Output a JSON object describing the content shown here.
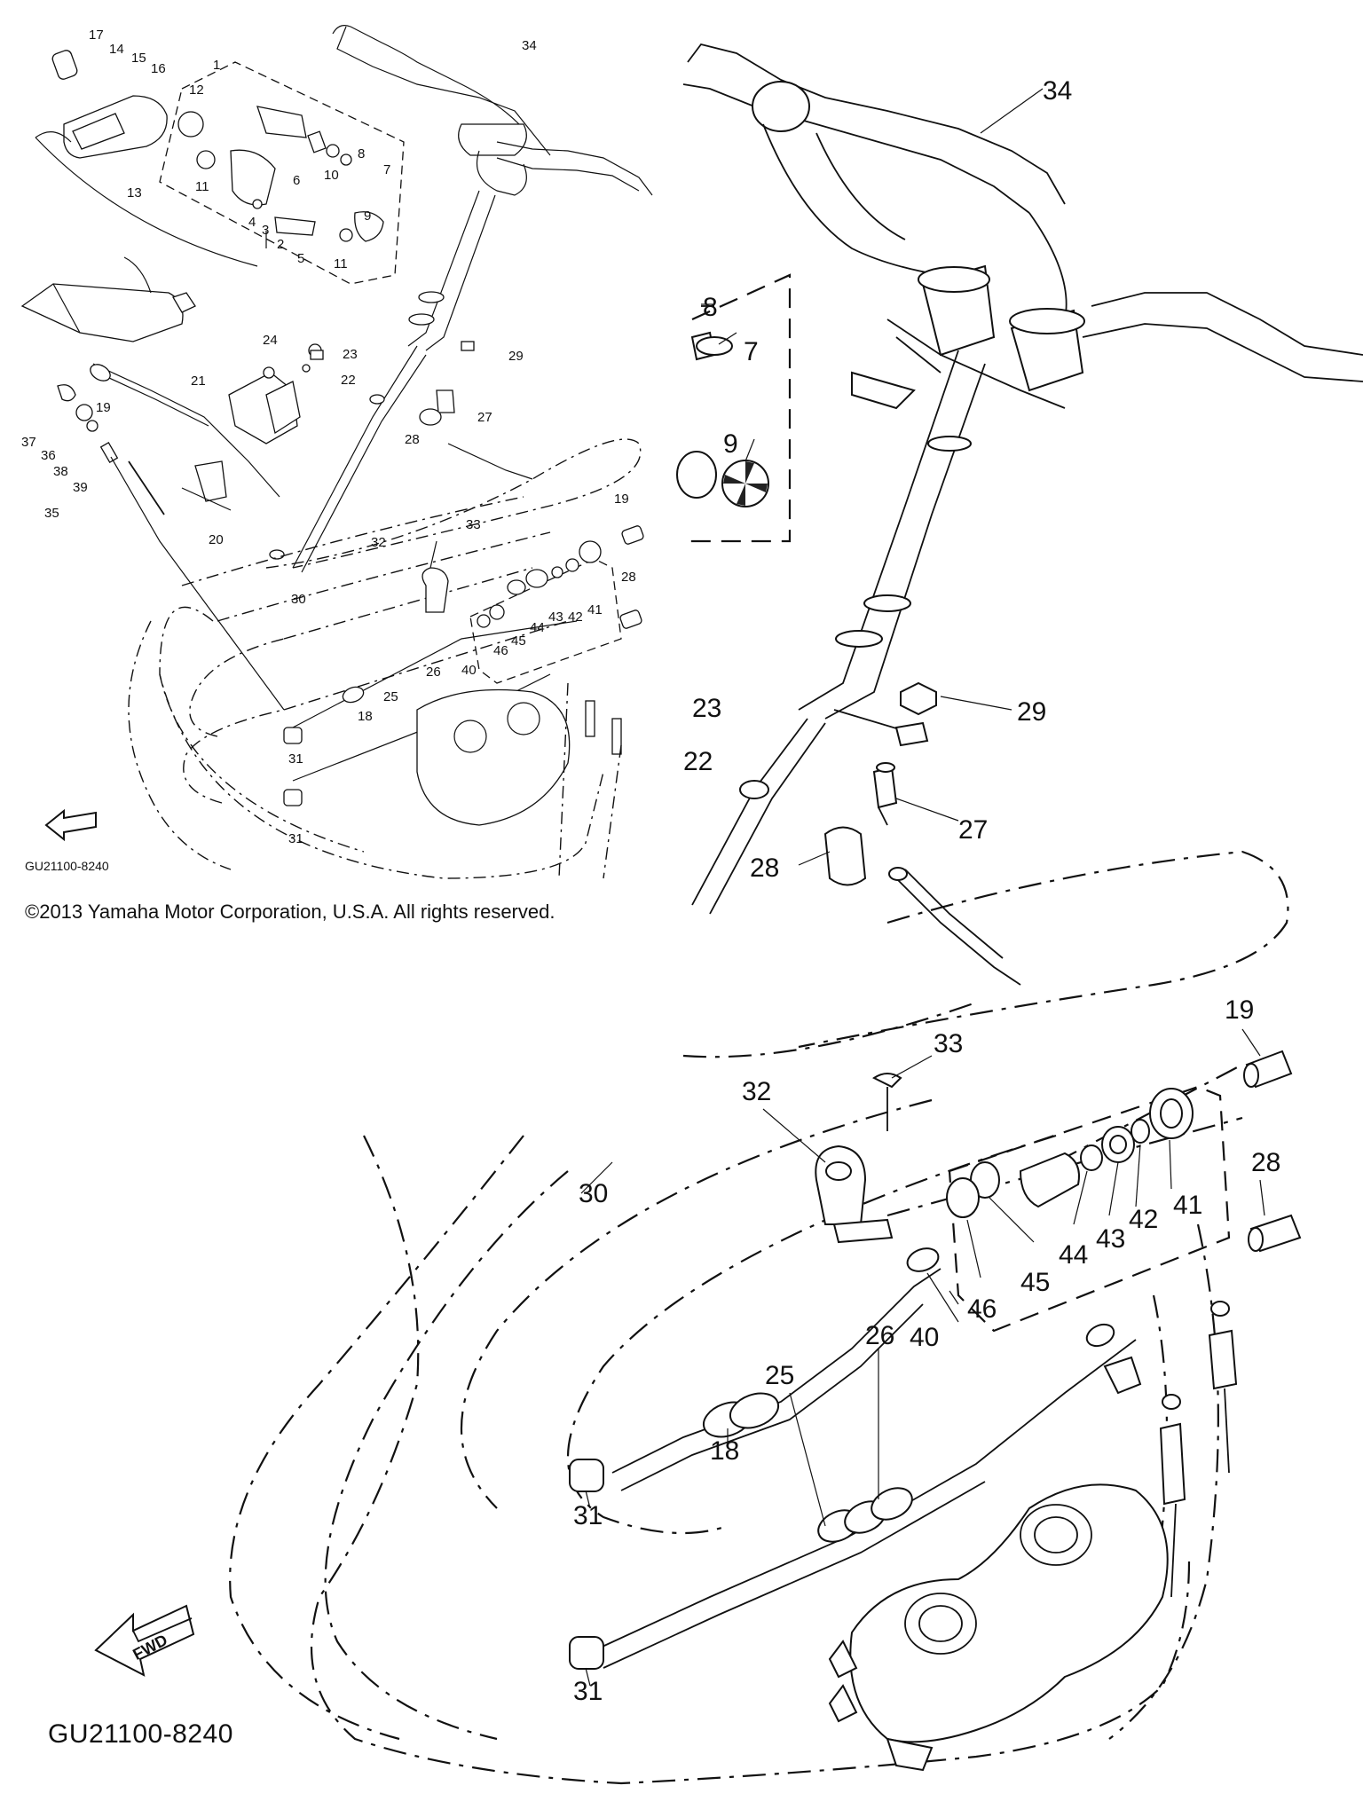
{
  "copyright": "©2013 Yamaha Motor Corporation, U.S.A. All rights reserved.",
  "diagram_code": "GU21100-8240",
  "fwd_label": "FWD",
  "overview_callouts": [
    "1",
    "2",
    "3",
    "4",
    "5",
    "6",
    "7",
    "8",
    "9",
    "10",
    "11",
    "11",
    "12",
    "13",
    "14",
    "15",
    "16",
    "17",
    "18",
    "19",
    "19",
    "20",
    "21",
    "22",
    "23",
    "24",
    "25",
    "26",
    "27",
    "28",
    "28",
    "29",
    "30",
    "31",
    "31",
    "32",
    "33",
    "34",
    "35",
    "36",
    "37",
    "38",
    "39",
    "40",
    "41",
    "42",
    "43",
    "44",
    "45",
    "46"
  ],
  "detail_callouts": [
    "7",
    "8",
    "9",
    "18",
    "19",
    "22",
    "23",
    "25",
    "26",
    "27",
    "28",
    "28",
    "29",
    "30",
    "31",
    "31",
    "32",
    "33",
    "34",
    "40",
    "41",
    "42",
    "43",
    "44",
    "45",
    "46"
  ]
}
